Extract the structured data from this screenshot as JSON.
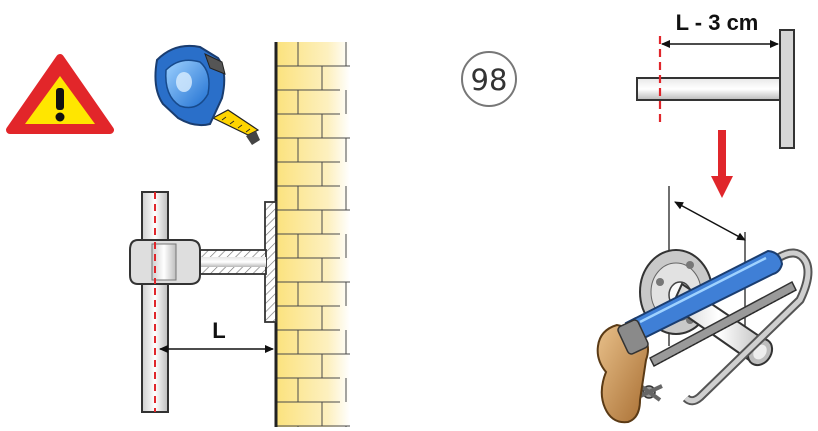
{
  "step_number": "98",
  "labels": {
    "length": "L",
    "cut_length": "L - 3 cm"
  },
  "colors": {
    "warning_red": "#e2262a",
    "warning_yellow": "#ffe600",
    "wall_yellow": "#fbe58b",
    "dashed_axis": "#e0262b",
    "saw_handle_blue": "#3f7fd6",
    "wood_handle": "#c8934f",
    "arrow_red": "#e0262b"
  },
  "icons": [
    "warning-icon",
    "tape-measure-icon",
    "hacksaw-icon"
  ]
}
